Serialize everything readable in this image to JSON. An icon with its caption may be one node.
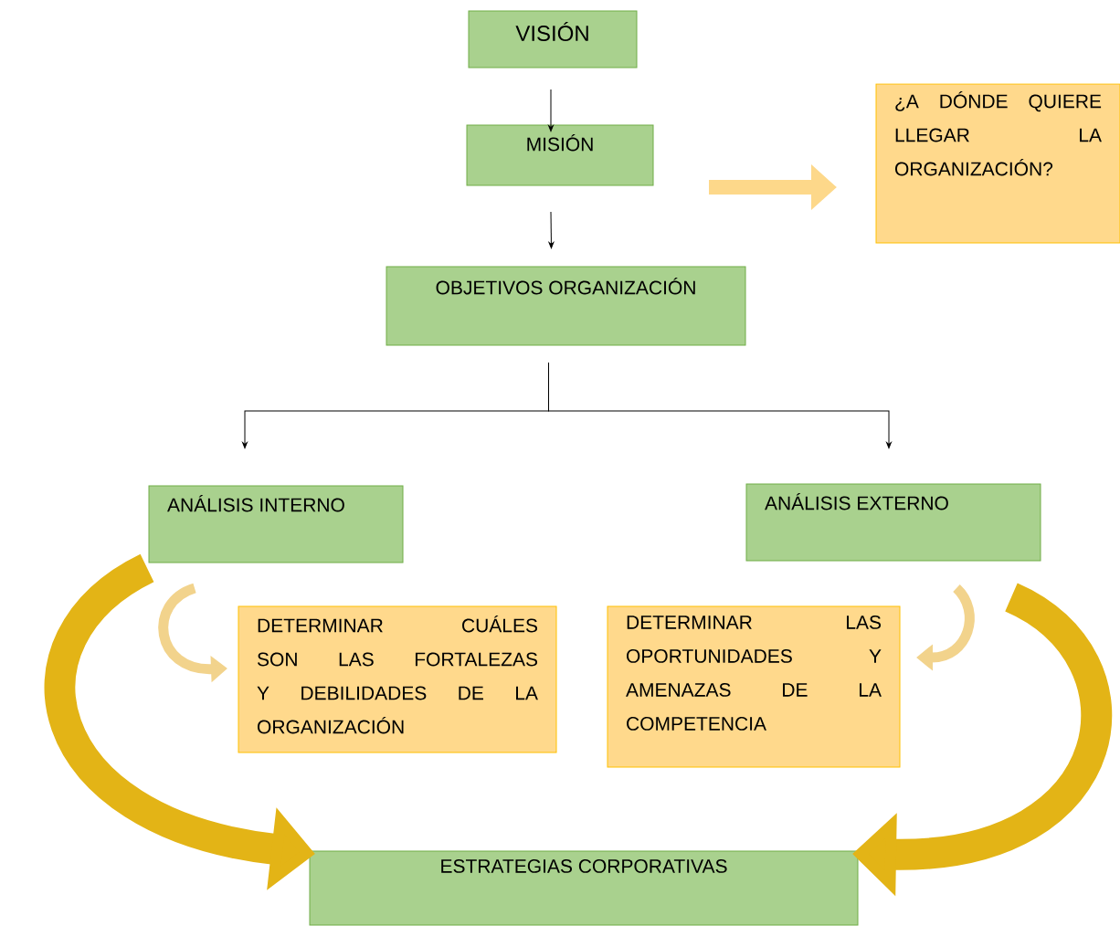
{
  "diagram": {
    "nodes": [
      {
        "text": [
          "VISIÓN"
        ]
      },
      {
        "text": [
          "MISIÓN"
        ]
      },
      {
        "text": [
          "¿A DÓNDE QUIERE LLEGAR LA ORGANIZACIÓN?"
        ]
      },
      {
        "text": [
          "OBJETIVOS ORGANIZACIÓN"
        ]
      },
      {
        "text": [
          "ANÁLISIS INTERNO"
        ]
      },
      {
        "text": [
          "ANÁLISIS EXTERNO"
        ]
      },
      {
        "text": [
          "DETERMINAR CUÁLES SON LAS FORTALEZAS Y DEBILIDADES DE LA ORGANIZACIÓN"
        ]
      },
      {
        "text": [
          "DETERMINAR LAS OPORTUNIDADES Y AMENAZAS DE LA COMPETENCIA"
        ]
      },
      {
        "text": [
          "ESTRATEGIAS CORPORATIVAS"
        ]
      }
    ],
    "edges": [
      {
        "from": 0,
        "to": 1,
        "arrow": "to"
      },
      {
        "from": 1,
        "to": 3,
        "arrow": "to"
      },
      {
        "from": 1,
        "to": 2,
        "arrow": "to",
        "color": "#fdd88a"
      },
      {
        "from": 3,
        "to": 4,
        "arrow": "to"
      },
      {
        "from": 3,
        "to": 5,
        "arrow": "to"
      },
      {
        "from": 4,
        "to": 6,
        "arrow": "to",
        "color": "#f2d38c"
      },
      {
        "from": 4,
        "to": 8,
        "arrow": "to",
        "style": "thick",
        "color": "#e3b416"
      },
      {
        "from": 5,
        "to": 7,
        "arrow": "to",
        "color": "#f2d38c"
      },
      {
        "from": 5,
        "to": 8,
        "arrow": "to",
        "style": "thick",
        "color": "#e3b416"
      }
    ]
  }
}
